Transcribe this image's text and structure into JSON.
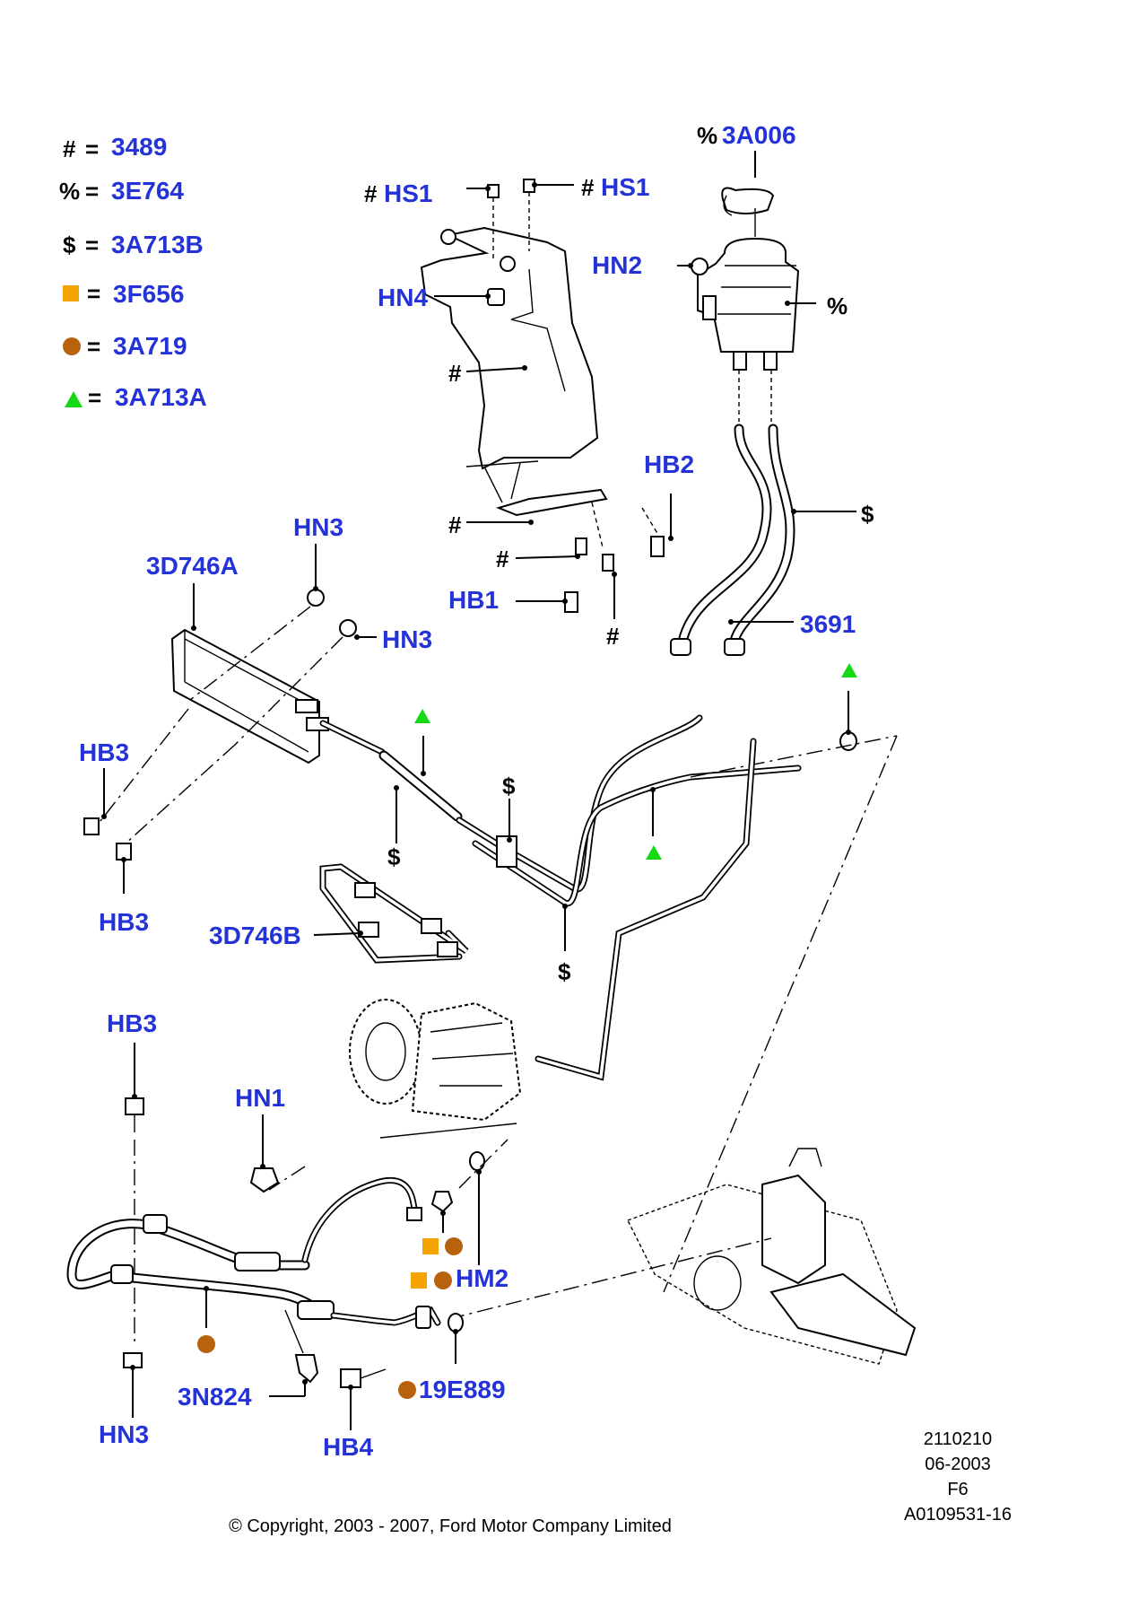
{
  "legend": [
    {
      "symbol": "#",
      "code": "3489",
      "shape": "text"
    },
    {
      "symbol": "%",
      "code": "3E764",
      "shape": "text"
    },
    {
      "symbol": "$",
      "code": "3A713B",
      "shape": "text"
    },
    {
      "symbol": "",
      "code": "3F656",
      "shape": "square",
      "color": "#f5a300"
    },
    {
      "symbol": "",
      "code": "3A719",
      "shape": "circle",
      "color": "#b8620e"
    },
    {
      "symbol": "",
      "code": "3A713A",
      "shape": "triangle",
      "color": "#16d916"
    }
  ],
  "legend_equals": "=",
  "symbols": {
    "hash": "#",
    "percent": "%",
    "dollar": "$"
  },
  "labels": {
    "3A006": "3A006",
    "HS1": "HS1",
    "HN2": "HN2",
    "HN4": "HN4",
    "HB2": "HB2",
    "HN3": "HN3",
    "3D746A": "3D746A",
    "HB1": "HB1",
    "3691": "3691",
    "HB3": "HB3",
    "3D746B": "3D746B",
    "HN1": "HN1",
    "HM2": "HM2",
    "3N824": "3N824",
    "19E889": "19E889",
    "HB4": "HB4"
  },
  "colors": {
    "label_blue": "#2433d8",
    "square_orange": "#f5a300",
    "circle_brown": "#b8620e",
    "triangle_green": "#16d916"
  },
  "reference": {
    "line1": "2110210",
    "line2": "06-2003",
    "line3": "F6",
    "line4": "A0109531-16"
  },
  "copyright": "© Copyright, 2003 - 2007, Ford Motor Company Limited"
}
